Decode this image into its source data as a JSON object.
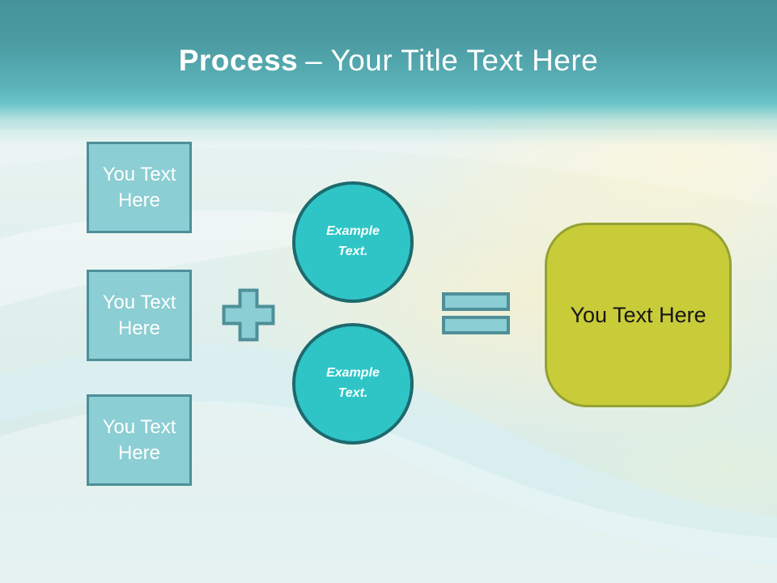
{
  "slide": {
    "title": {
      "bold": "Process",
      "regular": "– Your Title Text Here"
    },
    "input_boxes": [
      {
        "label": "You Text Here"
      },
      {
        "label": "You Text Here"
      },
      {
        "label": "You Text Here"
      }
    ],
    "operators": {
      "plus": "plus-sign",
      "equals": "equals-sign"
    },
    "circles": [
      {
        "label": "Example Text."
      },
      {
        "label": "Example Text."
      }
    ],
    "result_box": {
      "label": "You Text Here"
    }
  },
  "colors": {
    "band_top": "#45929A",
    "band_bottom": "#6AC4C9",
    "title_color": "#FFFFFF",
    "box_fill": "#8BCED3",
    "box_border": "#4E8F99",
    "circle_fill": "#2FC5C6",
    "circle_border": "#1D6A6E",
    "result_fill": "#C9CC39",
    "result_border": "#94A233"
  }
}
